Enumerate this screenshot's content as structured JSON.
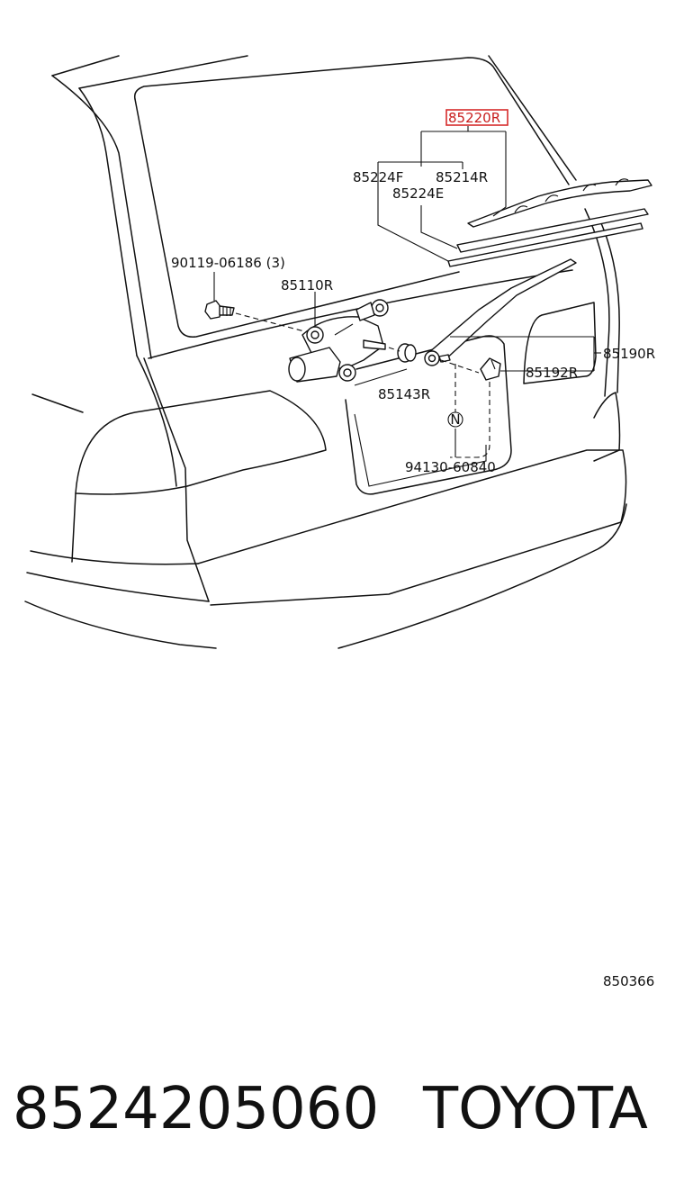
{
  "diagram": {
    "highlighted_part": "85220R",
    "part_labels": {
      "p85220R": "85220R",
      "p85224F": "85224F",
      "p85214R": "85214R",
      "p85224E": "85224E",
      "p90119": "90119-06186 (3)",
      "p85110R": "85110R",
      "p85143R": "85143R",
      "p85190R": "85190R",
      "p85192R": "85192R",
      "p94130": "94130-60840",
      "note_symbol": "N"
    },
    "figure_number": "850366"
  },
  "footer": {
    "part_number": "8524205060",
    "brand": "TOYOTA"
  },
  "colors": {
    "highlight": "#d62b2b",
    "ink": "#111111",
    "background": "#ffffff"
  }
}
